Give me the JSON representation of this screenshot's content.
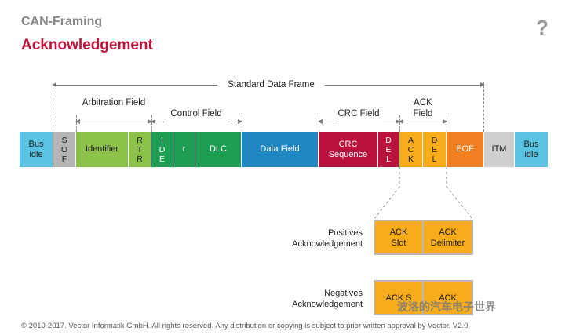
{
  "header": {
    "subtitle": "CAN-Framing",
    "title": "Acknowledgement",
    "help_icon": "?"
  },
  "spans": {
    "standard_data_frame": "Standard Data Frame",
    "arbitration_field": "Arbitration Field",
    "control_field": "Control Field",
    "crc_field": "CRC Field",
    "ack_field": "ACK Field"
  },
  "frame": {
    "bus_idle_left": "Bus idle",
    "sof": [
      "S",
      "O",
      "F"
    ],
    "identifier": "Identifier",
    "rtr": [
      "R",
      "T",
      "R"
    ],
    "ide": [
      "I",
      "D",
      "E"
    ],
    "r": "r",
    "dlc": "DLC",
    "data_field": "Data Field",
    "crc_sequence": "CRC Sequence",
    "crc_del": [
      "D",
      "E",
      "L"
    ],
    "ack": [
      "A",
      "C",
      "K"
    ],
    "ack_del": [
      "D",
      "E",
      "L"
    ],
    "eof": "EOF",
    "itm": "ITM",
    "bus_idle_right": "Bus idle"
  },
  "detail": {
    "positive_label": "Positives Acknowledgement",
    "negative_label": "Negatives Acknowledgement",
    "ack_slot": "ACK Slot",
    "ack_delimiter": "ACK Delimiter",
    "neg_ack_slot": "ACK S",
    "neg_ack_delimiter": "ACK"
  },
  "colors": {
    "bus_idle": "#5ac4e2",
    "sof": "#b5b5b5",
    "arbitration": "#8cc24a",
    "control": "#1e9e53",
    "data": "#1f87c1",
    "crc": "#b8123d",
    "ack": "#f6ac1b",
    "eof": "#f08021",
    "itm": "#cfcfcf"
  },
  "footer": "© 2010-2017. Vector Informatik GmbH. All rights reserved. Any distribution or copying is subject to prior written approval by Vector. V2.0",
  "watermark": "波洛的汽车电子世界"
}
